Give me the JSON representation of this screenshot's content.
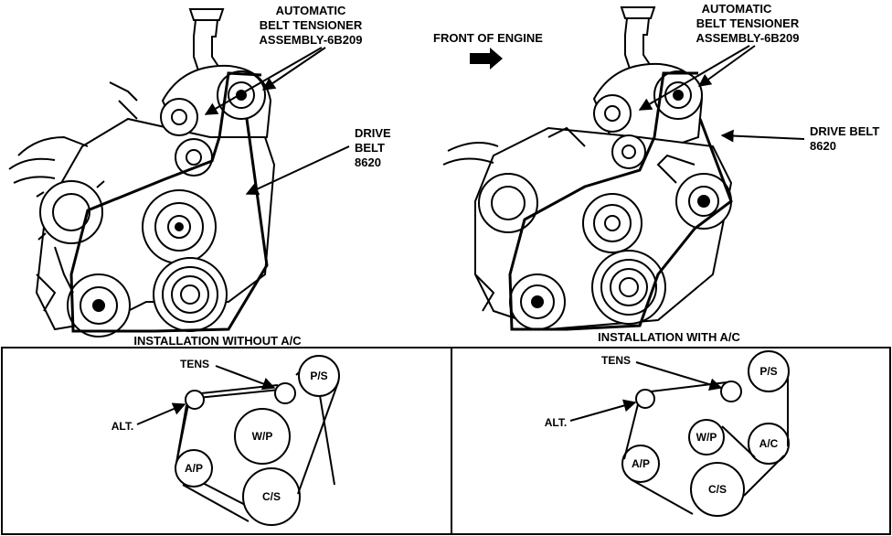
{
  "left_figure": {
    "tensioner_label_line1": "AUTOMATIC",
    "tensioner_label_line2": "BELT TENSIONER",
    "tensioner_label_line3": "ASSEMBLY-6B209",
    "belt_label_line1": "DRIVE",
    "belt_label_line2": "BELT",
    "belt_label_line3": "8620",
    "caption": "INSTALLATION WITHOUT A/C"
  },
  "right_figure": {
    "front_label": "FRONT OF ENGINE",
    "tensioner_label_line1": "AUTOMATIC",
    "tensioner_label_line2": "BELT TENSIONER",
    "tensioner_label_line3": "ASSEMBLY-6B209",
    "belt_label_line1": "DRIVE BELT",
    "belt_label_line2": "8620",
    "caption": "INSTALLATION WITH A/C"
  },
  "left_schematic": {
    "tens": "TENS",
    "alt": "ALT.",
    "ps": "P/S",
    "ap": "A/P",
    "wp": "W/P",
    "cs": "C/S"
  },
  "right_schematic": {
    "tens": "TENS",
    "alt": "ALT.",
    "ps": "P/S",
    "ap": "A/P",
    "wp": "W/P",
    "cs": "C/S",
    "ac": "A/C"
  }
}
